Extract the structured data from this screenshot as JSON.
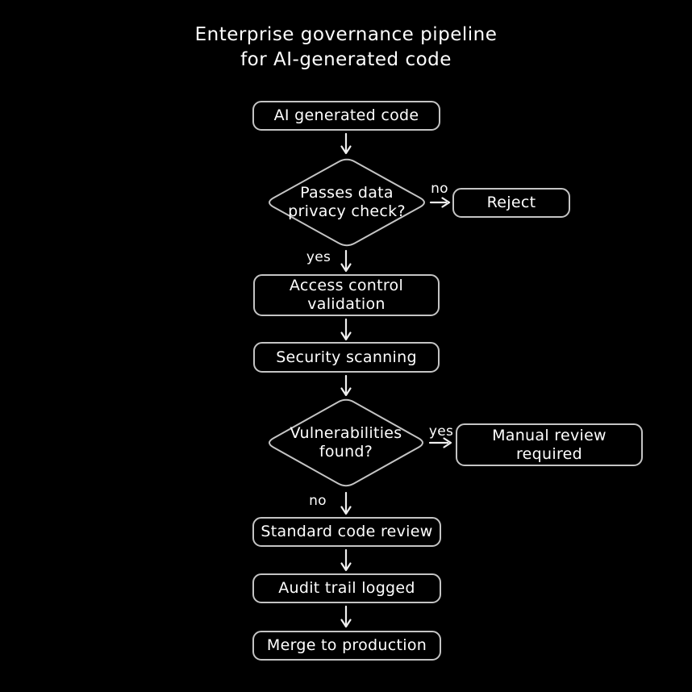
{
  "title": {
    "line1": "Enterprise governance pipeline",
    "line2": "for AI-generated code"
  },
  "flowchart": {
    "nodes": [
      {
        "id": "ai-generated-code",
        "label": "AI generated code",
        "shape": "rect"
      },
      {
        "id": "privacy-check",
        "label": "Passes data privacy check?",
        "shape": "diamond"
      },
      {
        "id": "reject",
        "label": "Reject",
        "shape": "rect"
      },
      {
        "id": "access-control",
        "label": "Access control validation",
        "shape": "rect"
      },
      {
        "id": "security-scanning",
        "label": "Security scanning",
        "shape": "rect"
      },
      {
        "id": "vulnerabilities-found",
        "label": "Vulnerabilities found?",
        "shape": "diamond"
      },
      {
        "id": "manual-review",
        "label": "Manual review required",
        "shape": "rect"
      },
      {
        "id": "standard-code-review",
        "label": "Standard code review",
        "shape": "rect"
      },
      {
        "id": "audit-trail-logged",
        "label": "Audit trail logged",
        "shape": "rect"
      },
      {
        "id": "merge-to-production",
        "label": "Merge to production",
        "shape": "rect"
      }
    ],
    "edges": [
      {
        "from": "ai-generated-code",
        "to": "privacy-check",
        "label": ""
      },
      {
        "from": "privacy-check",
        "to": "reject",
        "label": "no"
      },
      {
        "from": "privacy-check",
        "to": "access-control",
        "label": "yes"
      },
      {
        "from": "access-control",
        "to": "security-scanning",
        "label": ""
      },
      {
        "from": "security-scanning",
        "to": "vulnerabilities-found",
        "label": ""
      },
      {
        "from": "vulnerabilities-found",
        "to": "manual-review",
        "label": "yes"
      },
      {
        "from": "vulnerabilities-found",
        "to": "standard-code-review",
        "label": "no"
      },
      {
        "from": "standard-code-review",
        "to": "audit-trail-logged",
        "label": ""
      },
      {
        "from": "audit-trail-logged",
        "to": "merge-to-production",
        "label": ""
      }
    ]
  },
  "colors": {
    "background": "#000000",
    "shape_stroke": "#c4c4c4",
    "arrow": "#f0f0f0",
    "text": "#ffffff"
  }
}
